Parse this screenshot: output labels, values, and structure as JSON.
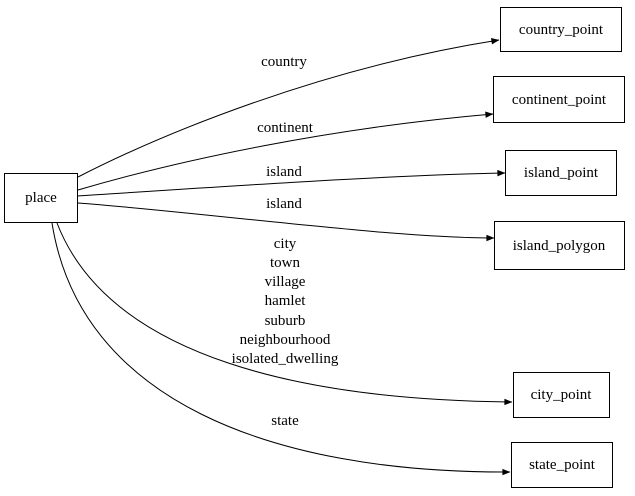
{
  "diagram": {
    "type": "directed-graph",
    "colors": {
      "background": "#ffffff",
      "node_fill": "#ffffff",
      "line": "#000000",
      "text": "#000000"
    },
    "nodes": {
      "place": "place",
      "country_point": "country_point",
      "continent_point": "continent_point",
      "island_point": "island_point",
      "island_polygon": "island_polygon",
      "city_point": "city_point",
      "state_point": "state_point"
    },
    "edges": [
      {
        "from": "place",
        "to": "country_point",
        "label": "country"
      },
      {
        "from": "place",
        "to": "continent_point",
        "label": "continent"
      },
      {
        "from": "place",
        "to": "island_point",
        "label": "island"
      },
      {
        "from": "place",
        "to": "island_polygon",
        "label": "island"
      },
      {
        "from": "place",
        "to": "city_point",
        "label_lines": [
          "city",
          "town",
          "village",
          "hamlet",
          "suburb",
          "neighbourhood",
          "isolated_dwelling"
        ]
      },
      {
        "from": "place",
        "to": "state_point",
        "label": "state"
      }
    ]
  }
}
